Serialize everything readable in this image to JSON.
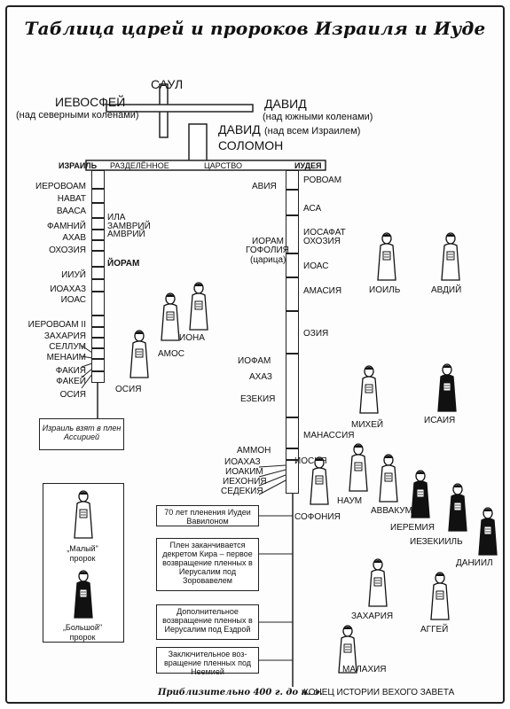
{
  "title": "Таблица царей и пророков Израиля и Иуде",
  "top": {
    "saul": "САУЛ",
    "ishbosheth": "ИЕВОСФЕЙ",
    "ishbosheth_note": "(над северными коленами)",
    "david1": "ДАВИД",
    "david1_note": "(над южными коленами)",
    "david2": "ДАВИД",
    "david2_note": "(над всем Израилем)",
    "solomon": "СОЛОМОН"
  },
  "division": {
    "israel": "ИЗРАИЛЬ",
    "split": "РАЗДЕЛЁННОЕ",
    "kingdom": "ЦАРСТВО",
    "judah": "ИУДЕЯ"
  },
  "israel_kings": [
    "ИЕРОВОАМ",
    "НАВАТ",
    "ВААСА",
    "ФАМНИЙ",
    "АХАВ",
    "ОХОЗИЯ",
    "ИИУЙ",
    "ИОАХАЗ",
    "ИОАС",
    "ИЕРОВОАМ II",
    "ЗАХАРИЯ",
    "СЕЛЛУМ",
    "МЕНАИМ",
    "ФАКИЯ",
    "ФАКЕЙ",
    "ОСИЯ"
  ],
  "israel_right": [
    "ИЛА",
    "ЗАМВРИЙ",
    "АМВРИЙ",
    "ЙОРАМ"
  ],
  "israel_end": "Израиль взят в плен Ассирией",
  "judah_right": [
    "РОВОАМ",
    "АСА",
    "ИОСАФАТ",
    "ОХОЗИЯ",
    "ИОАС",
    "АМАСИЯ",
    "ОЗИЯ",
    "МАНАССИЯ",
    "ИОСИЯ"
  ],
  "judah_left": [
    "АВИЯ",
    "ИОРАМ",
    "ГОФОЛИЯ",
    "(царица)",
    "ИОФАМ",
    "АХАЗ",
    "ЕЗЕКИЯ",
    "АММОН",
    "ИОАХАЗ",
    "ИОАКИМ",
    "ИЕХОНИЯ",
    "СЕДЕКИЯ"
  ],
  "boxes": {
    "captivity": "70 лет пленения Иудеи Вавилоном",
    "first_return": "Плен заканчивается декретом Кира – первое возвращение пленных в Иерусалим под Зоровавелем",
    "second_return": "Дополнительное возвращение пленных в Иерусалим под Ездрой",
    "final_return": "Заключительное воз-вращение пленных под Неемией"
  },
  "legend": {
    "minor": "„Малый\" пророк",
    "major": "„Большой\" пророк"
  },
  "prophets": {
    "minor": [
      "ИОНА",
      "АМОС",
      "ОСИЯ",
      "ИОИЛЬ",
      "АВДИЙ",
      "МИХЕЙ",
      "НАУМ",
      "АВВАКУМ",
      "СОФОНИЯ",
      "ЗАХАРИЯ",
      "АГГЕЙ",
      "МАЛАХИЯ"
    ],
    "major": [
      "ИСАИЯ",
      "ИЕРЕМИЯ",
      "ИЕЗЕКИИЛЬ",
      "ДАНИИЛ"
    ]
  },
  "footer": {
    "date": "Приблизительно 400 г. до н. э.",
    "end": "КОНЕЦ ИСТОРИИ ВЕХОГО ЗАВЕТА"
  }
}
